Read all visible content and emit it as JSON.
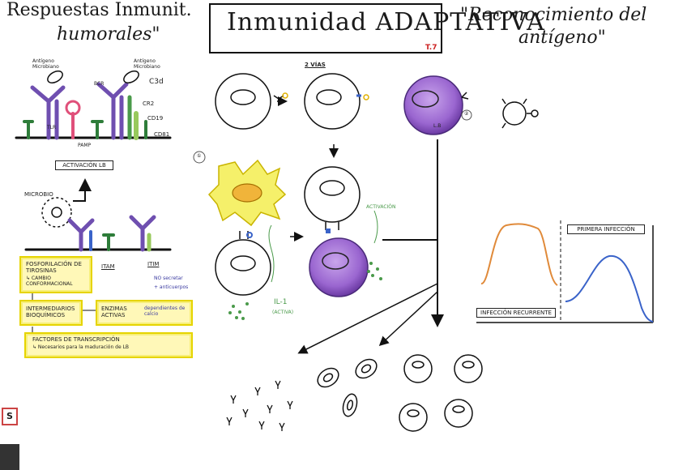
{
  "titles": {
    "main": "Inmunidad ADAPTATIVA",
    "theme_tag": "T.7",
    "left_1": "Respuestas Inmunit.",
    "left_2": "humorales\"",
    "right_1": "\"Reconocimiento del",
    "right_2": "antígeno\""
  },
  "left_panel": {
    "antigen_label": "Antígeno Microbiano",
    "antigen_label_2": "Antígeno Microbiano",
    "bcr": "BCR",
    "c3d": "C3d",
    "cr2": "CR2",
    "cd19": "CD19",
    "cd81": "CD81",
    "tlr": "TLR",
    "pamp": "PAMP",
    "activation_box": "ACTIVACIÓN LB",
    "microbe": "MICROBIO",
    "itam": "ITAM",
    "itim": "ITIM",
    "no_secrete": "NO secretar",
    "more_antibodies": "+ anticuerpos",
    "step1_line1": "FOSFORILACIÓN DE TIROSINAS",
    "step1_line2": "↳ CAMBIO CONFORMACIONAL",
    "step2": "INTERMEDIARIOS BIOQUÍMICOS",
    "enzymes": "ENZIMAS ACTIVAS",
    "calcium": "dependientes de calcio",
    "step3_line1": "FACTORES DE TRANSCRIPCIÓN",
    "step3_line2": "↳ Necesarios para la maduración de LB"
  },
  "center_panel": {
    "two_ways": "2 VÍAS",
    "way_1": "①",
    "way_2": "②",
    "lb": "L.B",
    "activation": "ACTIVACIÓN",
    "il1_line1": "IL-1",
    "il1_line2": "(ACTIVA)"
  },
  "right_panel": {
    "first_infection": "PRIMERA INFECCIÓN",
    "recurrent_infection": "INFECCIÓN RECURRENTE"
  },
  "page_tab": "S",
  "colors": {
    "purple": "#8e5cc4",
    "yellow": "#f5f06a",
    "orange": "#e08a3a",
    "blue": "#3a63c9",
    "green": "#4a9a4a"
  }
}
